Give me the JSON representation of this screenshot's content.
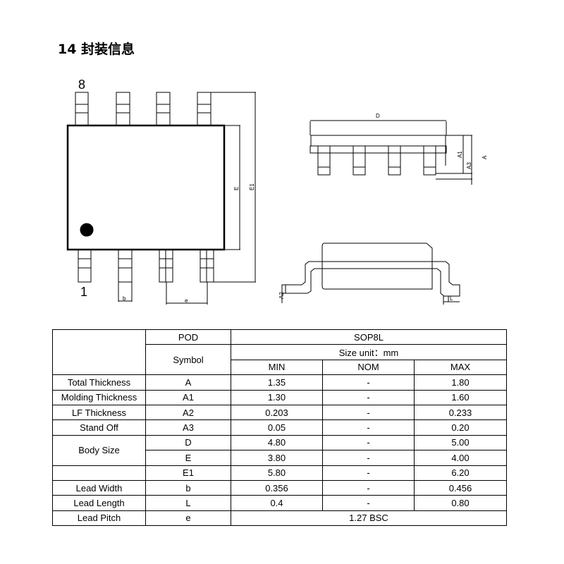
{
  "title": "14 封装信息",
  "drawing": {
    "pin8": "8",
    "pin1": "1",
    "D": "D",
    "E": "E",
    "E1": "E1",
    "A1": "A1",
    "A3": "A3",
    "A": "A",
    "A2": "A2",
    "b": "b",
    "e": "e",
    "L": "L"
  },
  "table": {
    "pod_label": "POD",
    "pod_value": "SOP8L",
    "symbol_label": "Symbol",
    "unit": "Size unit：mm",
    "min": "MIN",
    "nom": "NOM",
    "max": "MAX",
    "rows": [
      {
        "name": "Total Thickness",
        "symbol": "A",
        "min": "1.35",
        "nom": "-",
        "max": "1.80"
      },
      {
        "name": "Molding Thickness",
        "symbol": "A1",
        "min": "1.30",
        "nom": "-",
        "max": "1.60"
      },
      {
        "name": "LF Thickness",
        "symbol": "A2",
        "min": "0.203",
        "nom": "-",
        "max": "0.233"
      },
      {
        "name": "Stand Off",
        "symbol": "A3",
        "min": "0.05",
        "nom": "-",
        "max": "0.20"
      },
      {
        "name": "Body Size",
        "symbol": "D",
        "min": "4.80",
        "nom": "-",
        "max": "5.00"
      },
      {
        "name": "",
        "symbol": "E",
        "min": "3.80",
        "nom": "-",
        "max": "4.00"
      },
      {
        "name": "",
        "symbol": "E1",
        "min": "5.80",
        "nom": "-",
        "max": "6.20"
      },
      {
        "name": "Lead Width",
        "symbol": "b",
        "min": "0.356",
        "nom": "-",
        "max": "0.456"
      },
      {
        "name": "Lead Length",
        "symbol": "L",
        "min": "0.4",
        "nom": "-",
        "max": "0.80"
      },
      {
        "name": "Lead Pitch",
        "symbol": "e",
        "value": "1.27 BSC"
      }
    ]
  }
}
